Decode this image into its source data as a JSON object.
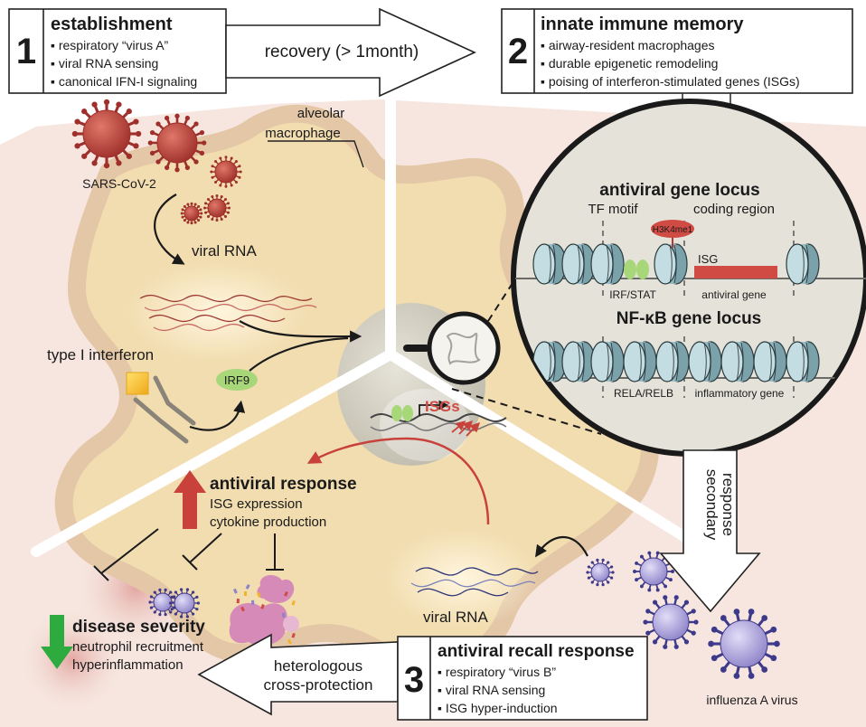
{
  "panels": {
    "establishment": {
      "number": "1",
      "title": "establishment",
      "bullets": [
        "▪ respiratory “virus A”",
        "▪ viral RNA sensing",
        "▪ canonical IFN-I signaling"
      ]
    },
    "memory": {
      "number": "2",
      "title": "innate immune memory",
      "bullets": [
        "▪ airway-resident macrophages",
        "▪ durable epigenetic remodeling",
        "▪ poising of interferon-stimulated genes (ISGs)"
      ]
    },
    "recall": {
      "number": "3",
      "title": "antiviral recall response",
      "bullets": [
        "▪ respiratory “virus B”",
        "▪ viral RNA sensing",
        "▪ ISG hyper-induction"
      ]
    }
  },
  "arrows": {
    "recovery": "recovery (> 1month)",
    "secondary": [
      "secondary",
      "response"
    ],
    "cross_protection": [
      "heterologous",
      "cross-protection"
    ]
  },
  "cell_labels": {
    "alveolar_macrophage": [
      "alveolar",
      "macrophage"
    ],
    "sars": "SARS-CoV-2",
    "viral_rna_1": "viral RNA",
    "viral_rna_2": "viral RNA",
    "type_i_ifn": "type I interferon",
    "irf9": "IRF9",
    "isgs": "ISGs",
    "influenza": "influenza A virus"
  },
  "zoom": {
    "antiviral_title": "antiviral gene locus",
    "tf_motif": "TF motif",
    "coding_region": "coding region",
    "h3k4me1": "H3K4me1",
    "isg": "ISG",
    "irf_stat": "IRF/STAT",
    "antiviral_gene": "antiviral gene",
    "nfkb_title": "NF-κB gene locus",
    "rela_relb": "RELA/RELB",
    "inflammatory_gene": "inflammatory gene"
  },
  "response": {
    "title": "antiviral response",
    "line1": "ISG expression",
    "line2": "cytokine production"
  },
  "severity": {
    "title": "disease severity",
    "line1": "neutrophil recruitment",
    "line2": "hyperinflammation"
  },
  "colors": {
    "cell_fill": "#f2ddb0",
    "cell_outline": "#e3c7a7",
    "tissue": "#f6e6df",
    "virus_red": "#b23a34",
    "virus_purple": "#9a8fd6",
    "isg_red": "#cf4b43",
    "arrow_red": "#c8413a",
    "arrow_green": "#2eab3e",
    "irf_green": "#a8d77a",
    "nucleosome": "#a8c8cf"
  }
}
